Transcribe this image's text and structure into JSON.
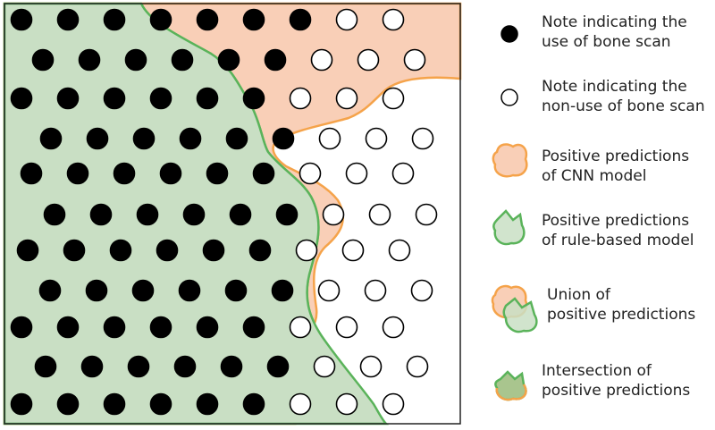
{
  "colors": {
    "cnn_fill": "#f9cfb7",
    "cnn_stroke": "#f5a34a",
    "rule_fill": "#c9dfc4",
    "rule_stroke": "#5ab35a",
    "intersection_fill": "#a9c58e",
    "dot_black": "#000000",
    "dot_white": "#ffffff",
    "frame": "#222222"
  },
  "legend": [
    {
      "id": "filled-dot",
      "icon": "filled-dot-icon",
      "lines": [
        "Note indicating the",
        "use of bone scan"
      ]
    },
    {
      "id": "empty-dot",
      "icon": "empty-dot-icon",
      "lines": [
        "Note indicating the",
        "non-use of bone scan"
      ]
    },
    {
      "id": "cnn",
      "icon": "orange-blob-icon",
      "lines": [
        "Positive predictions",
        "of CNN model"
      ]
    },
    {
      "id": "rule",
      "icon": "green-blob-icon",
      "lines": [
        "Positive predictions",
        "of rule-based model"
      ]
    },
    {
      "id": "union",
      "icon": "union-blobs-icon",
      "lines": [
        "Union of",
        "positive predictions"
      ]
    },
    {
      "id": "intersection",
      "icon": "intersection-blob-icon",
      "lines": [
        "Intersection of",
        "positive predictions"
      ]
    }
  ],
  "dots": [
    [
      {
        "filled": true
      },
      {
        "filled": true
      },
      {
        "filled": true
      },
      {
        "filled": true
      },
      {
        "filled": true
      },
      {
        "filled": true
      },
      {
        "filled": true
      },
      {
        "filled": false
      },
      {
        "filled": false
      }
    ],
    [
      {
        "filled": true
      },
      {
        "filled": true
      },
      {
        "filled": true
      },
      {
        "filled": true
      },
      {
        "filled": true
      },
      {
        "filled": true
      },
      {
        "filled": false
      },
      {
        "filled": false
      },
      {
        "filled": false
      }
    ],
    [
      {
        "filled": true
      },
      {
        "filled": true
      },
      {
        "filled": true
      },
      {
        "filled": true
      },
      {
        "filled": true
      },
      {
        "filled": true
      },
      {
        "filled": false
      },
      {
        "filled": false
      },
      {
        "filled": false
      }
    ],
    [
      {
        "filled": true
      },
      {
        "filled": true
      },
      {
        "filled": true
      },
      {
        "filled": true
      },
      {
        "filled": true
      },
      {
        "filled": true
      },
      {
        "filled": false
      },
      {
        "filled": false
      },
      {
        "filled": false
      }
    ],
    [
      {
        "filled": true
      },
      {
        "filled": true
      },
      {
        "filled": true
      },
      {
        "filled": true
      },
      {
        "filled": true
      },
      {
        "filled": true
      },
      {
        "filled": false
      },
      {
        "filled": false
      },
      {
        "filled": false
      }
    ],
    [
      {
        "filled": true
      },
      {
        "filled": true
      },
      {
        "filled": true
      },
      {
        "filled": true
      },
      {
        "filled": true
      },
      {
        "filled": true
      },
      {
        "filled": false
      },
      {
        "filled": false
      },
      {
        "filled": false
      }
    ],
    [
      {
        "filled": true
      },
      {
        "filled": true
      },
      {
        "filled": true
      },
      {
        "filled": true
      },
      {
        "filled": true
      },
      {
        "filled": true
      },
      {
        "filled": false
      },
      {
        "filled": false
      },
      {
        "filled": false
      }
    ],
    [
      {
        "filled": true
      },
      {
        "filled": true
      },
      {
        "filled": true
      },
      {
        "filled": true
      },
      {
        "filled": true
      },
      {
        "filled": true
      },
      {
        "filled": false
      },
      {
        "filled": false
      },
      {
        "filled": false
      }
    ],
    [
      {
        "filled": true
      },
      {
        "filled": true
      },
      {
        "filled": true
      },
      {
        "filled": true
      },
      {
        "filled": true
      },
      {
        "filled": true
      },
      {
        "filled": false
      },
      {
        "filled": false
      },
      {
        "filled": false
      }
    ],
    [
      {
        "filled": true
      },
      {
        "filled": true
      },
      {
        "filled": true
      },
      {
        "filled": true
      },
      {
        "filled": true
      },
      {
        "filled": true
      },
      {
        "filled": false
      },
      {
        "filled": false
      },
      {
        "filled": false
      }
    ],
    [
      {
        "filled": true
      },
      {
        "filled": true
      },
      {
        "filled": true
      },
      {
        "filled": true
      },
      {
        "filled": true
      },
      {
        "filled": true
      },
      {
        "filled": false
      },
      {
        "filled": false
      },
      {
        "filled": false
      }
    ]
  ]
}
